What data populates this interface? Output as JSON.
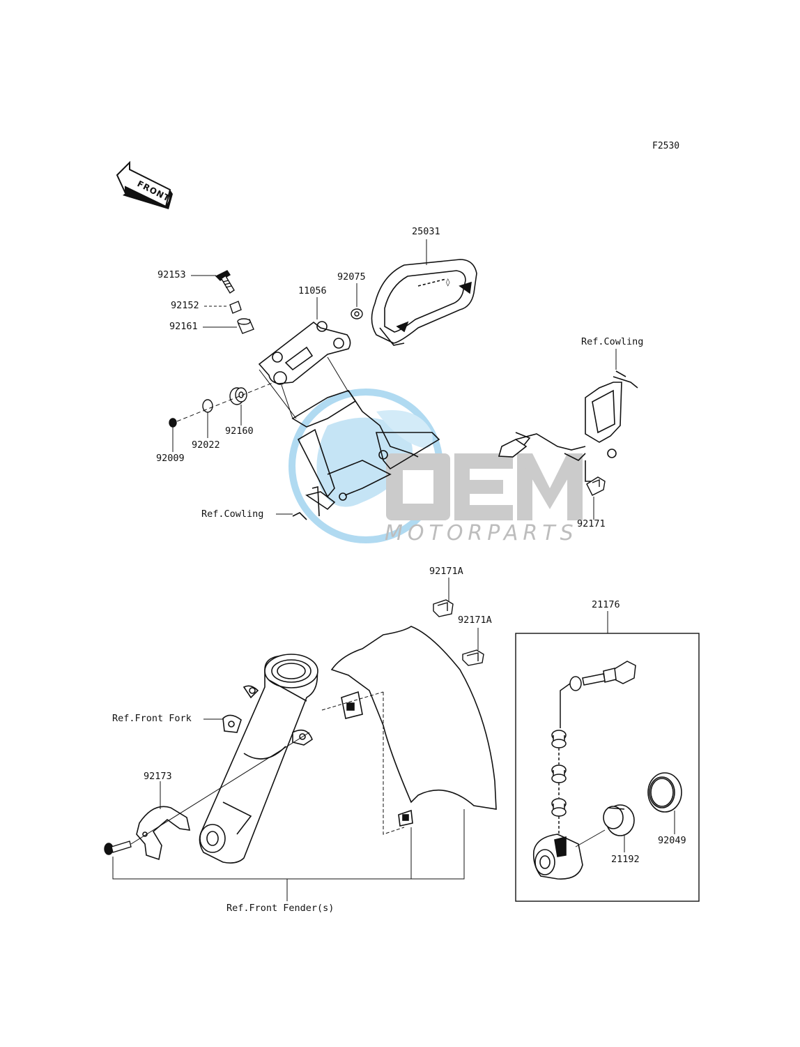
{
  "diagram_code": "F2530",
  "front_arrow_text": "FRONT",
  "watermark": {
    "logo_text": "OEM",
    "sub_text": "MOTORPARTS",
    "colors": {
      "globe": "#9fd2ee",
      "letters": "#c4c4c4",
      "sub": "#bdbdbd"
    }
  },
  "labels": {
    "l25031": "25031",
    "l92075": "92075",
    "l11056": "11056",
    "l92153": "92153",
    "l92152": "92152",
    "l92161": "92161",
    "l92160": "92160",
    "l92022": "92022",
    "l92009": "92009",
    "ref_cowling_left": "Ref.Cowling",
    "ref_cowling_right": "Ref.Cowling",
    "l92171": "92171",
    "l92171a_1": "92171A",
    "l92171a_2": "92171A",
    "l21176": "21176",
    "ref_front_fork": "Ref.Front Fork",
    "l92173": "92173",
    "l21192": "21192",
    "l92049": "92049",
    "ref_front_fender": "Ref.Front Fender(s)"
  }
}
